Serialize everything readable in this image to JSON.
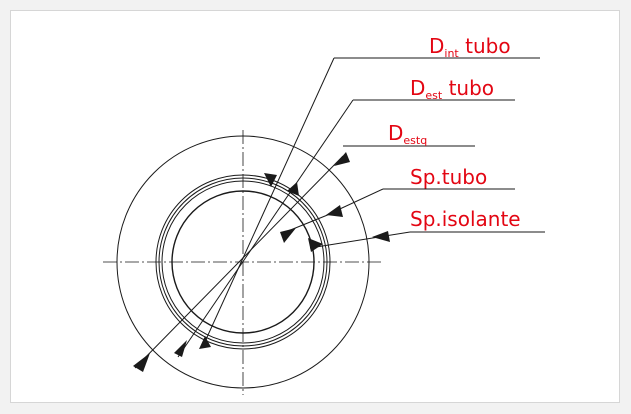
{
  "colors": {
    "label": "#e30613",
    "stroke": "#1a1a1a",
    "background": "#ffffff",
    "border": "#d6d6d6"
  },
  "labels": {
    "dint": {
      "main": "D",
      "sub": "int",
      "suffix": " tubo"
    },
    "dest": {
      "main": "D",
      "sub": "est",
      "suffix": " tubo"
    },
    "destq": {
      "main": "D",
      "sub": "estq",
      "suffix": ""
    },
    "sptubo": {
      "text": "Sp.tubo"
    },
    "spisolante": {
      "text": "Sp.isolante"
    }
  }
}
